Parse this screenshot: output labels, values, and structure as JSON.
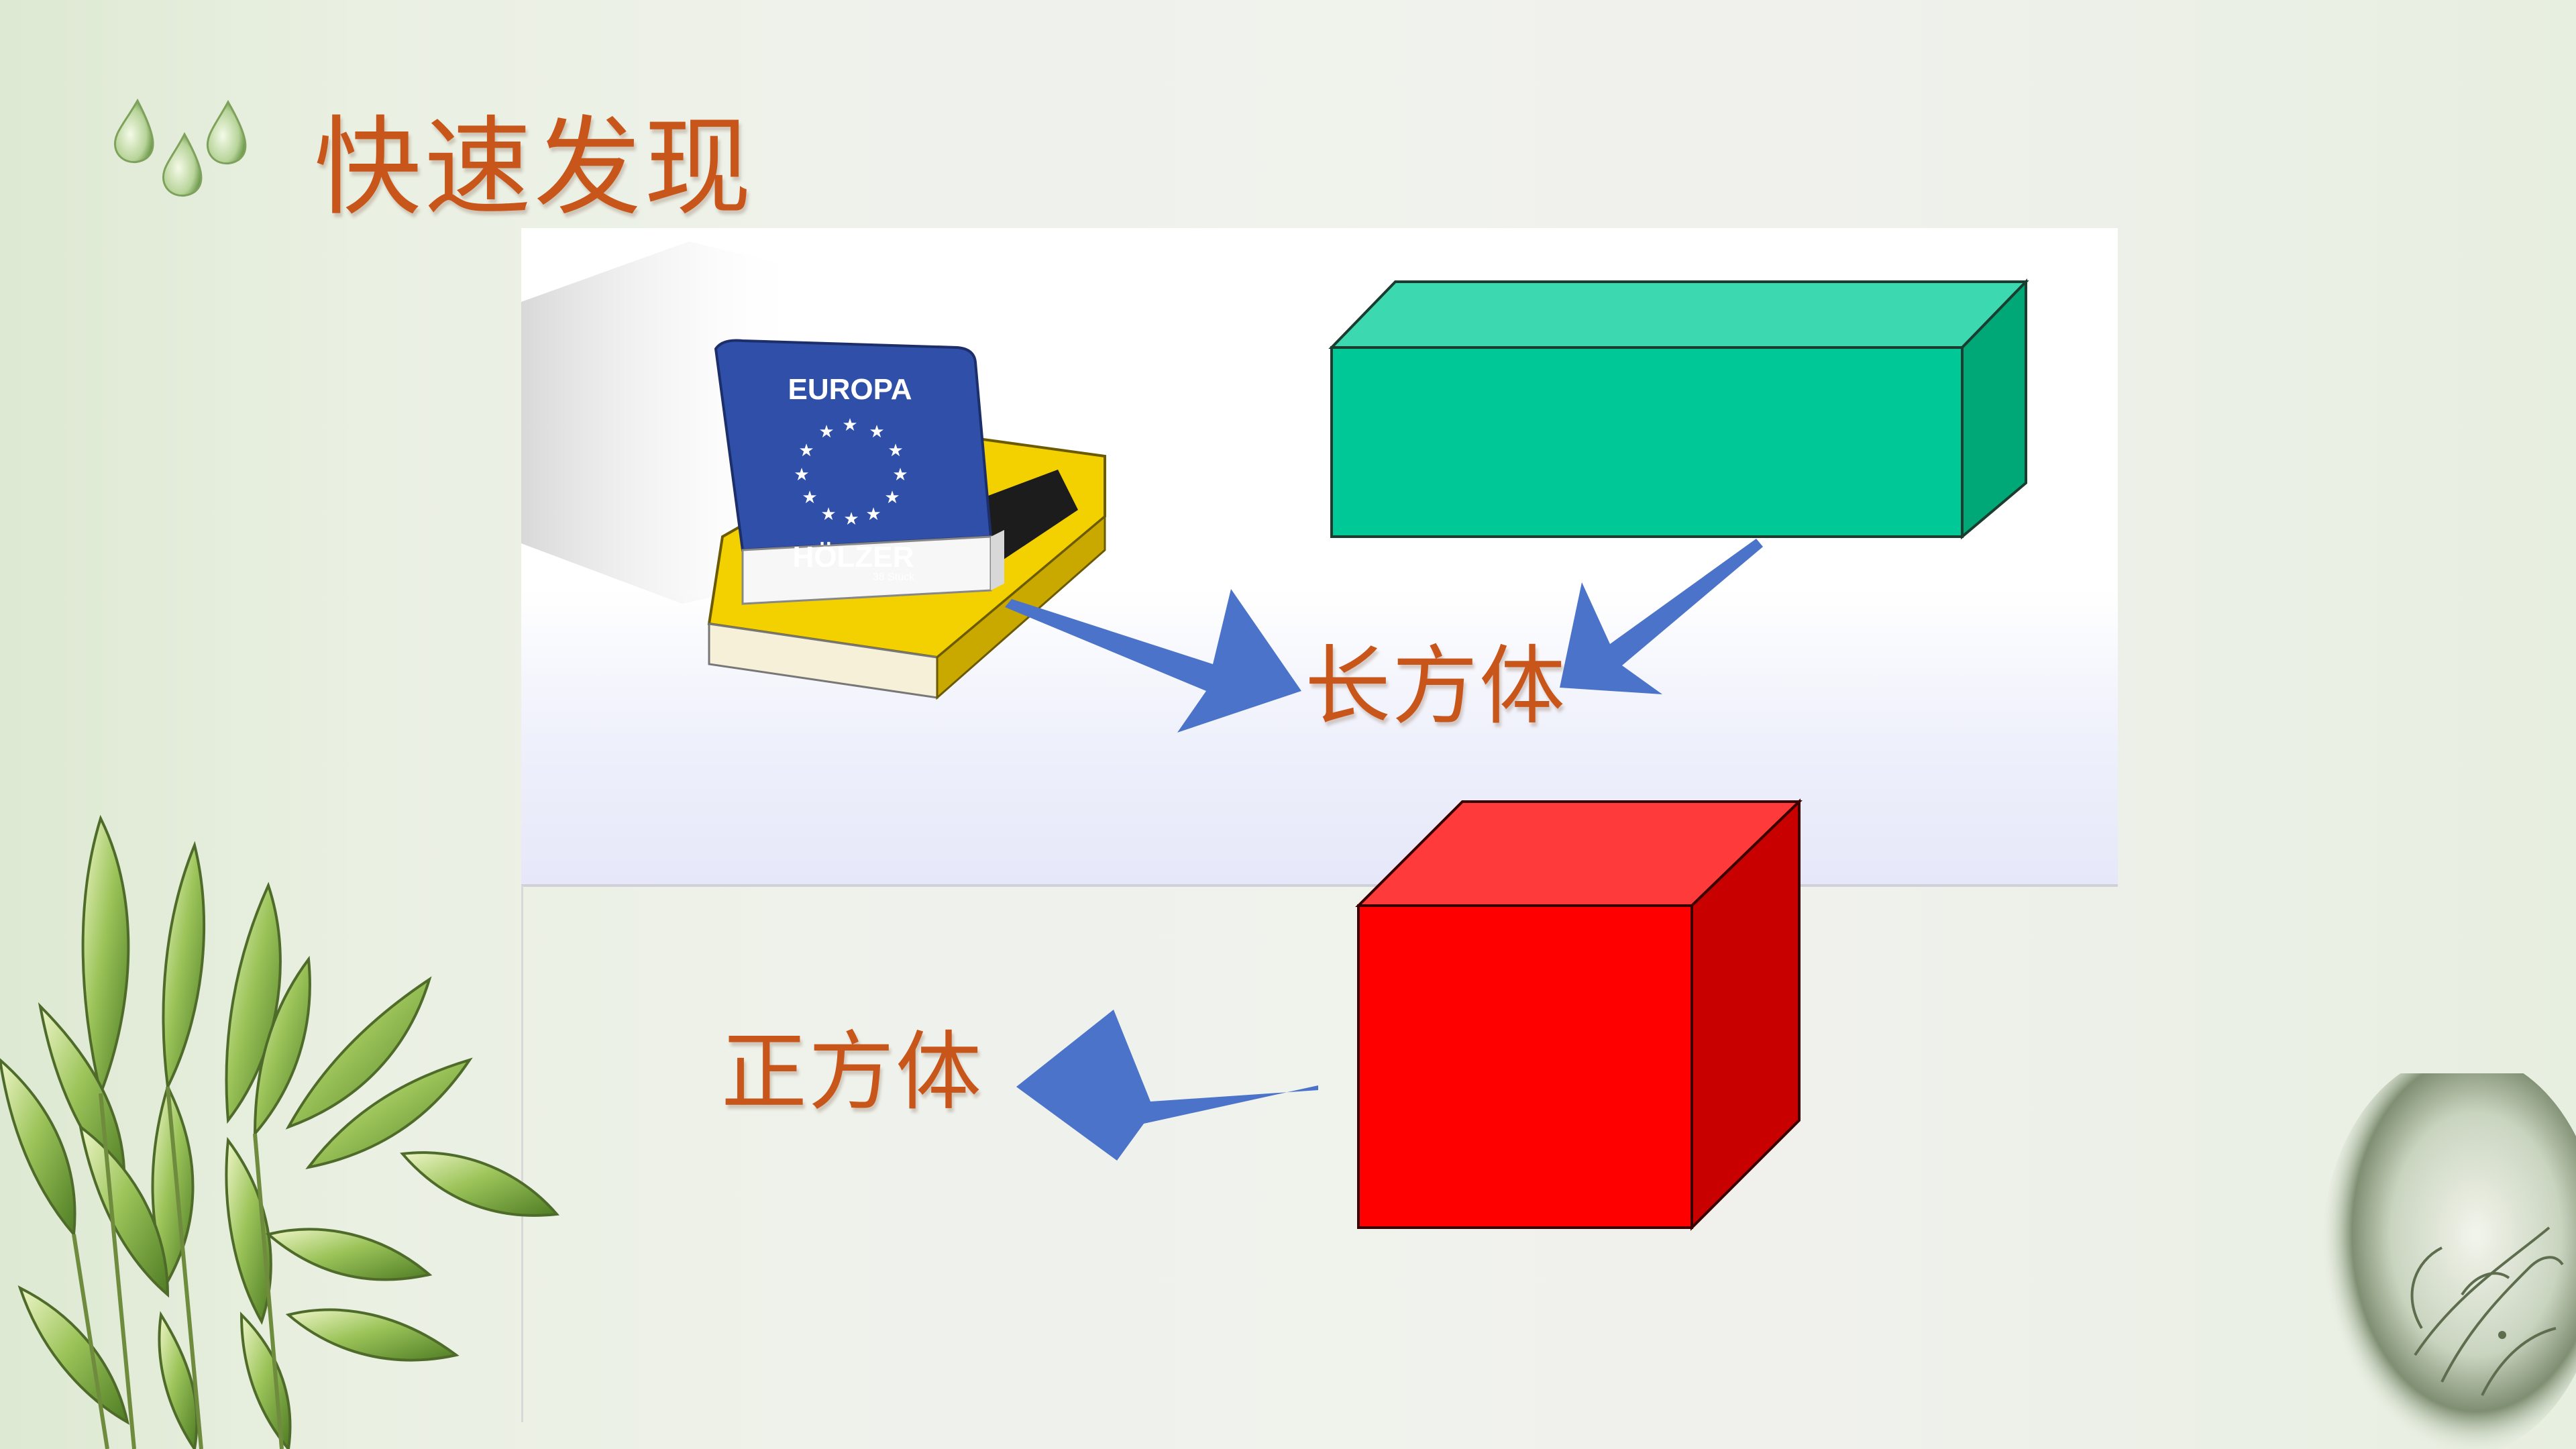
{
  "slide": {
    "title": "快速发现",
    "label_cuboid": "长方体",
    "label_cube": "正方体"
  },
  "matchbox": {
    "brand_top": "EUROPA",
    "brand_bottom": "HÖLZER",
    "count_text": "38 Stück"
  },
  "colors": {
    "title": "#c8561a",
    "arrow": "#4a73c9",
    "cuboid_front": "#00c896",
    "cuboid_top": "#3cd9b0",
    "cuboid_side": "#00a878",
    "cube_front": "#ff0000",
    "cube_top": "#ff3a3a",
    "cube_side": "#c80000",
    "matchbox_blue": "#2f4fa8",
    "matchbox_yellow": "#f3d000"
  },
  "icons": {
    "drops": "water-drops-icon",
    "leaves": "bamboo-leaves-decoration",
    "corner": "swirl-ornament-decoration"
  }
}
